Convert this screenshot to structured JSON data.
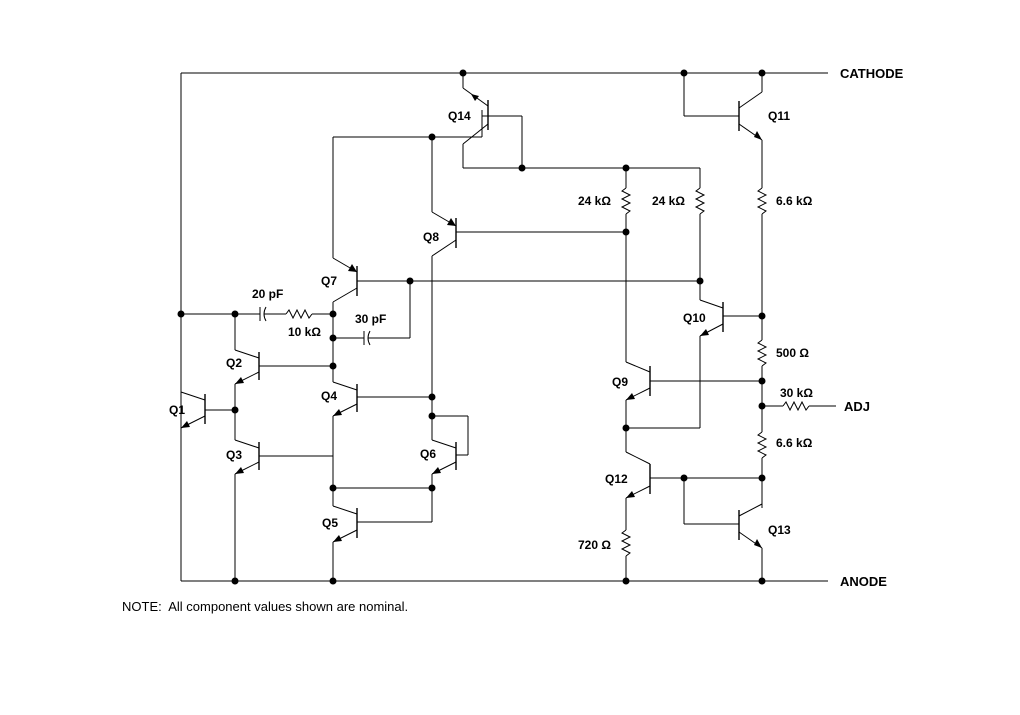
{
  "nodes": {
    "cathode": "CATHODE",
    "anode": "ANODE",
    "adj": "ADJ"
  },
  "transistors": {
    "q1": "Q1",
    "q2": "Q2",
    "q3": "Q3",
    "q4": "Q4",
    "q5": "Q5",
    "q6": "Q6",
    "q7": "Q7",
    "q8": "Q8",
    "q9": "Q9",
    "q10": "Q10",
    "q11": "Q11",
    "q12": "Q12",
    "q13": "Q13",
    "q14": "Q14"
  },
  "components": {
    "c20": "20 pF",
    "r10k": "10 kΩ",
    "c30": "30 pF",
    "r24k_a": "24 kΩ",
    "r24k_b": "24 kΩ",
    "r6k6_top": "6.6 kΩ",
    "r500": "500 Ω",
    "r30k": "30 kΩ",
    "r6k6_bot": "6.6 kΩ",
    "r720": "720 Ω"
  },
  "note": "NOTE:  All component values shown are nominal.",
  "icons": {
    "junction": "junction-dot-icon",
    "resistor": "resistor-icon",
    "capacitor": "capacitor-icon",
    "transistor": "npn-transistor-icon"
  }
}
